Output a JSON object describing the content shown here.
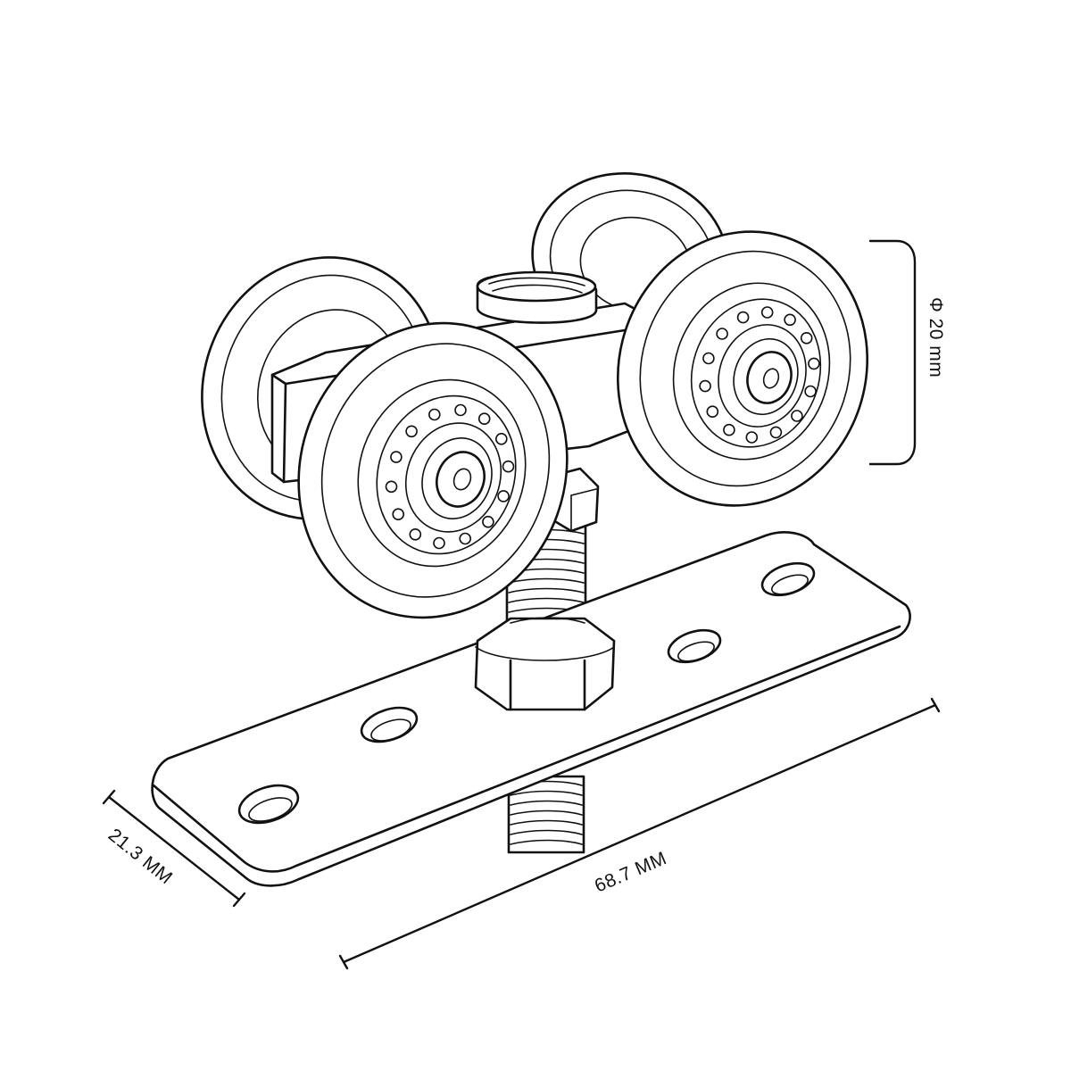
{
  "dimensions": {
    "diameter_label": "Φ 20 mm",
    "width_label": "21.3 MM",
    "length_label": "68.7 MM"
  },
  "colors": {
    "line": "#111111",
    "background": "#ffffff"
  }
}
